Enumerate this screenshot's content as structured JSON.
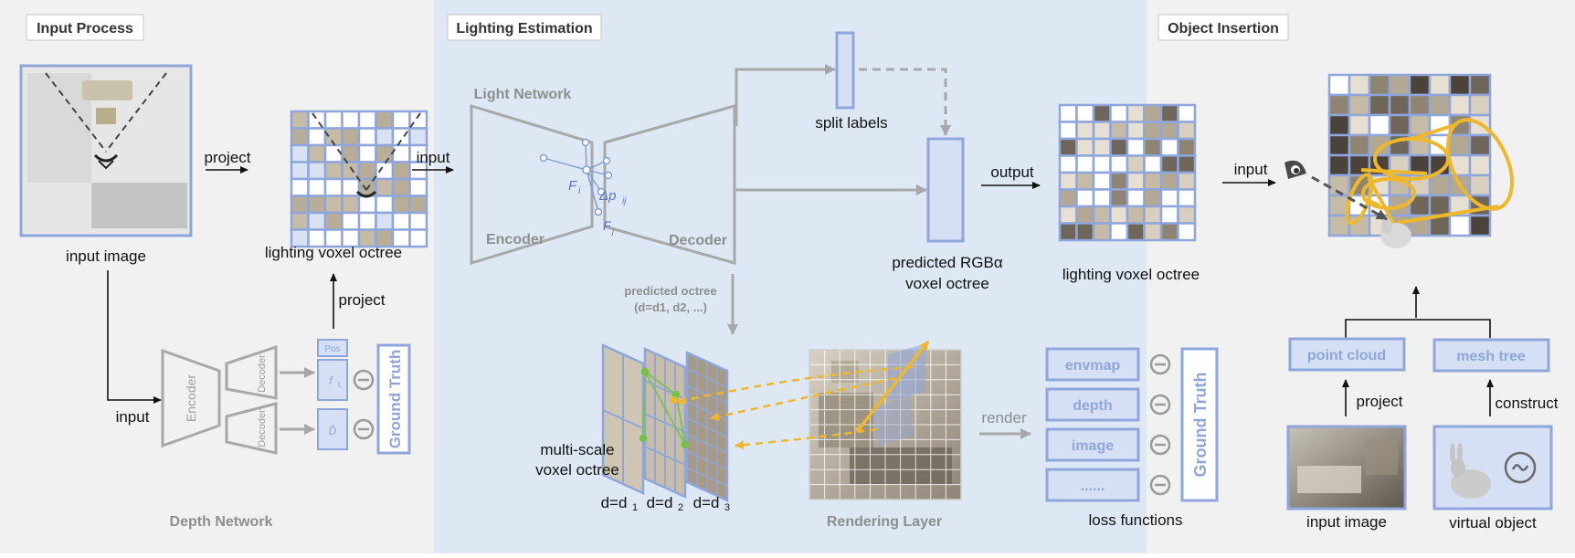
{
  "sections": {
    "input": "Input Process",
    "lighting": "Lighting Estimation",
    "insertion": "Object Insertion"
  },
  "labels": {
    "input_image": "input image",
    "project": "project",
    "lighting_voxel_octree": "lighting voxel octree",
    "input": "input",
    "depth_network": "Depth Network",
    "encoder": "Encoder",
    "decoder": "Decoder",
    "pos": "Pos",
    "f_l": "f",
    "d_hat": "D̂",
    "ground_truth": "Ground Truth",
    "light_network": "Light Network",
    "light_encoder": "Encoder",
    "light_decoder": "Decoder",
    "F_i": "F",
    "F_j": "F",
    "delta_p": "Δp",
    "split_labels": "split labels",
    "predicted_rgba_1": "predicted RGBα",
    "predicted_rgba_2": "voxel octree",
    "output": "output",
    "predicted_octree_1": "predicted octree",
    "predicted_octree_2": "(d=d1, d2, ...)",
    "multi_scale_1": "multi-scale",
    "multi_scale_2": "voxel octree",
    "d1": "d=d",
    "d2": "d=d",
    "d3": "d=d",
    "rendering_layer": "Rendering Layer",
    "render": "render",
    "loss_functions": "loss functions",
    "point_cloud": "point cloud",
    "mesh_tree": "mesh tree",
    "construct": "construct",
    "virtual_object": "virtual object"
  },
  "losses": [
    "envmap",
    "depth",
    "image",
    "......"
  ],
  "colors": {
    "accent_blue": "#8ea6dc",
    "light_blue_fill": "#d5e0f5",
    "panel_blue": "#dde8f4",
    "panel_gray": "#f1f1f1",
    "yellow": "#efb82b",
    "gray_shape": "#a8a8a8"
  }
}
